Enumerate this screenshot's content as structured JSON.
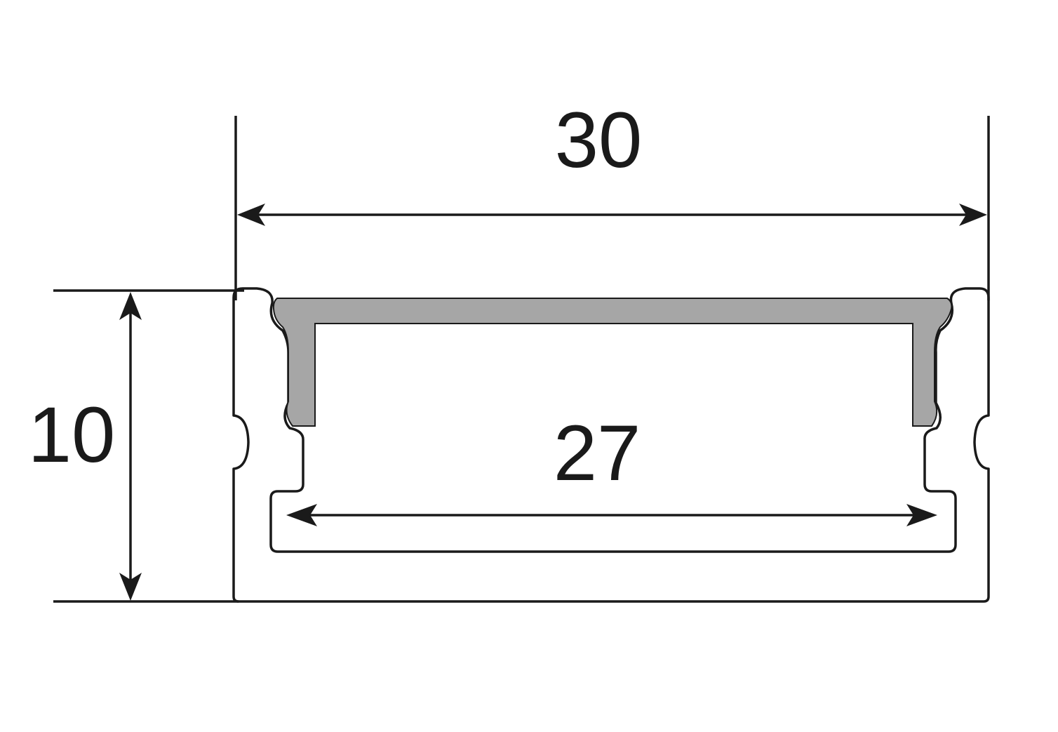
{
  "dimensions": {
    "overall_width": "30",
    "inner_width": "27",
    "height": "10"
  },
  "colors": {
    "stroke": "#1a1a1a",
    "diffuser_fill": "#a6a6a6",
    "background": "#ffffff"
  }
}
